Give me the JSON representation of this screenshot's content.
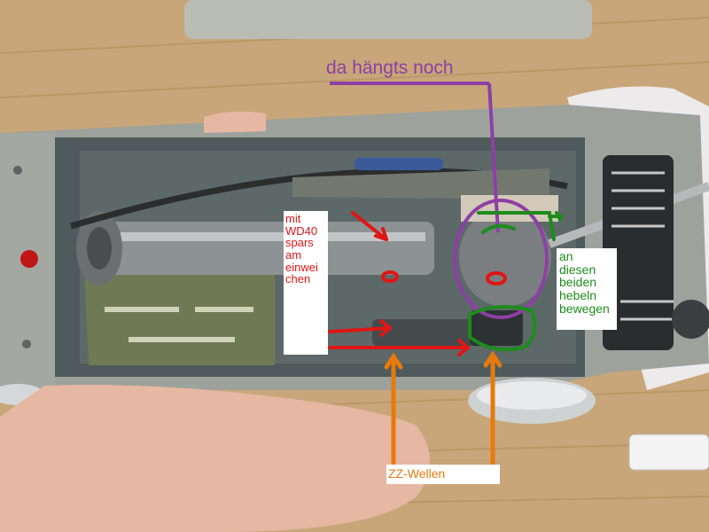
{
  "annotations": {
    "top_label": "da hängts noch",
    "red_label_lines": [
      "mit",
      "WD40",
      "spars",
      "am",
      "einwei",
      "chen"
    ],
    "green_label_lines": [
      "an",
      "diesen",
      "beiden",
      "hebeln",
      "bewegen"
    ],
    "orange_label": "ZZ-Wellen"
  },
  "colors": {
    "purple": "#8e3fa6",
    "red": "#e01515",
    "green": "#1d8c1d",
    "orange": "#e77a0c"
  }
}
